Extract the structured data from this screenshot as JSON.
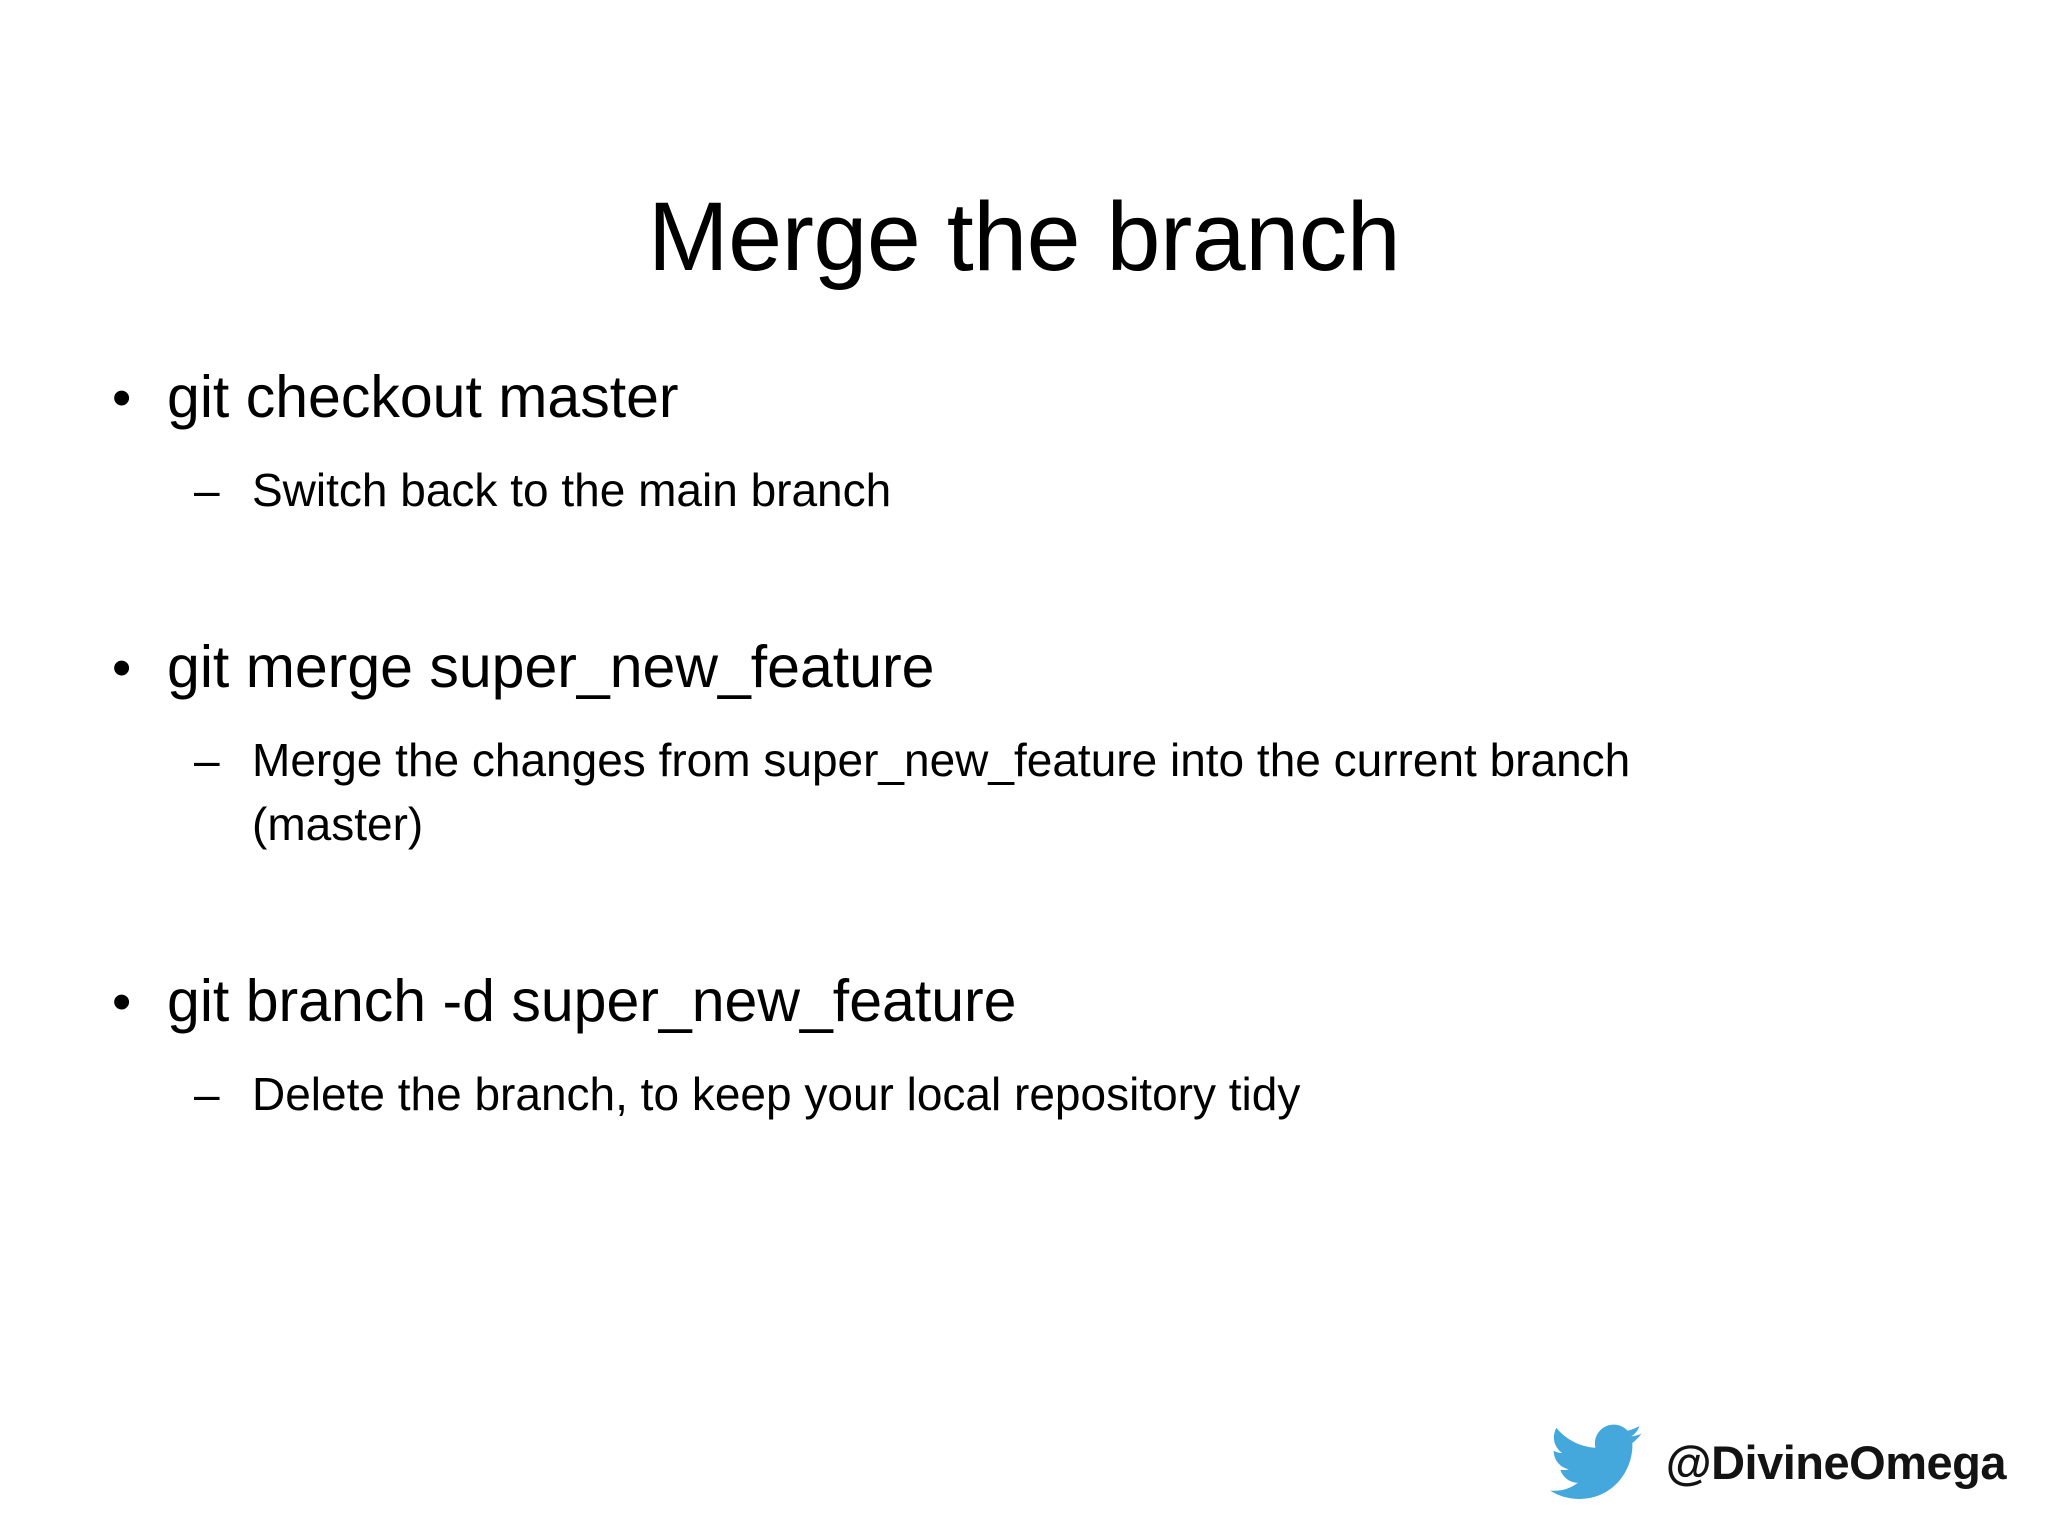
{
  "slide": {
    "title": "Merge the branch",
    "background_color": "#ffffff",
    "text_color": "#000000",
    "bullet_marker": "•",
    "sub_bullet_marker": "–",
    "groups": [
      {
        "command": "git checkout master",
        "details": [
          "Switch back to the main branch"
        ]
      },
      {
        "command": "git merge super_new_feature",
        "details": [
          "Merge the changes from super_new_feature into the current branch (master)"
        ]
      },
      {
        "command": "git branch -d super_new_feature",
        "details": [
          "Delete the branch, to keep your local repository tidy"
        ]
      }
    ]
  },
  "footer": {
    "handle": "@DivineOmega",
    "icon": "twitter-bird-icon",
    "icon_color": "#44a8dd"
  }
}
